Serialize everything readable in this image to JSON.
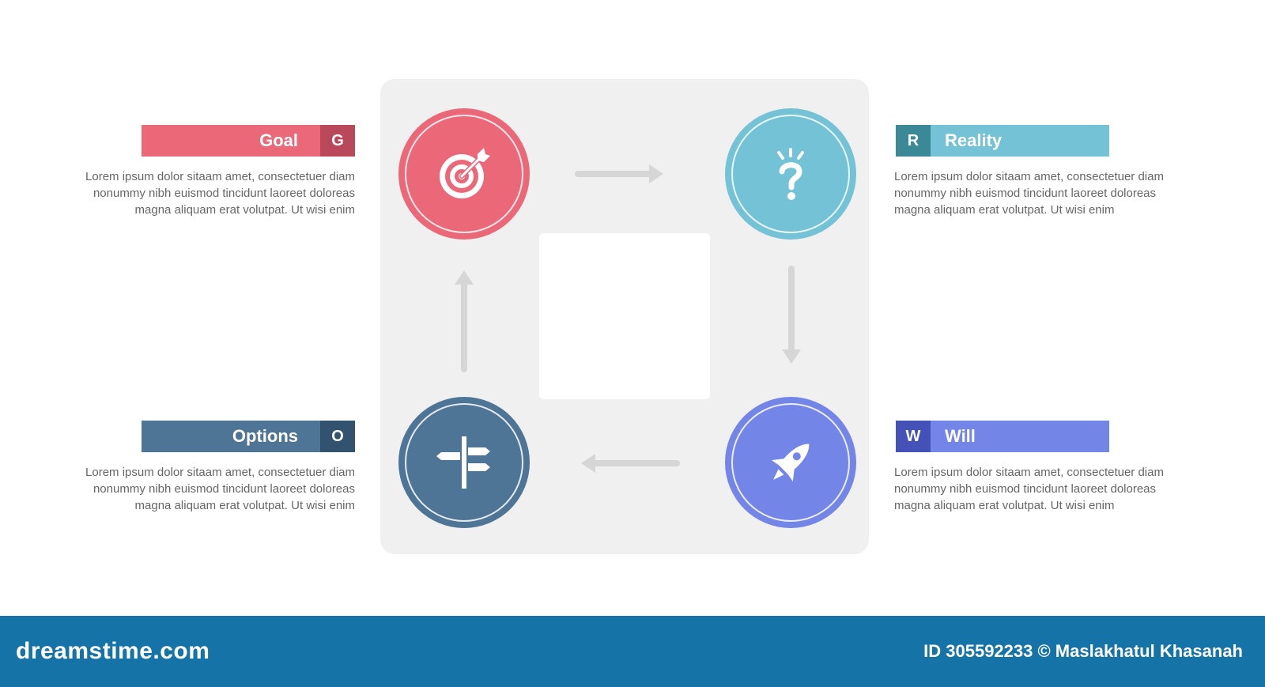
{
  "diagram": {
    "steps": [
      {
        "key": "goal",
        "label": "Goal",
        "letter": "G",
        "color": "#ea6877",
        "icon": "target-icon"
      },
      {
        "key": "reality",
        "label": "Reality",
        "letter": "R",
        "color": "#73c2d5",
        "icon": "question-icon"
      },
      {
        "key": "will",
        "label": "Will",
        "letter": "W",
        "color": "#7485e8",
        "icon": "rocket-icon"
      },
      {
        "key": "options",
        "label": "Options",
        "letter": "O",
        "color": "#4e7496",
        "icon": "signpost-icon"
      }
    ],
    "description": {
      "goal": [
        "Lorem ipsum dolor sitaam amet, consectetuer diam",
        "nonummy  nibh euismod tincidunt laoreet doloreas",
        "magna aliquam erat volutpat. Ut wisi enim"
      ],
      "reality": [
        "Lorem ipsum dolor sitaam amet, consectetuer diam",
        "nonummy  nibh euismod tincidunt laoreet doloreas",
        "magna aliquam erat volutpat. Ut wisi enim"
      ],
      "options": [
        "Lorem ipsum dolor sitaam amet, consectetuer diam",
        "nonummy  nibh euismod tincidunt laoreet doloreas",
        "magna aliquam erat volutpat. Ut wisi enim"
      ],
      "will": [
        "Lorem ipsum dolor sitaam amet, consectetuer diam",
        "nonummy  nibh euismod tincidunt laoreet doloreas",
        "magna aliquam erat volutpat. Ut wisi enim"
      ]
    },
    "arrow_color": "#d6d6d6"
  },
  "footer": {
    "brand": "dreamstime.com",
    "credit": "ID 305592233 © Maslakhatul Khasanah"
  }
}
